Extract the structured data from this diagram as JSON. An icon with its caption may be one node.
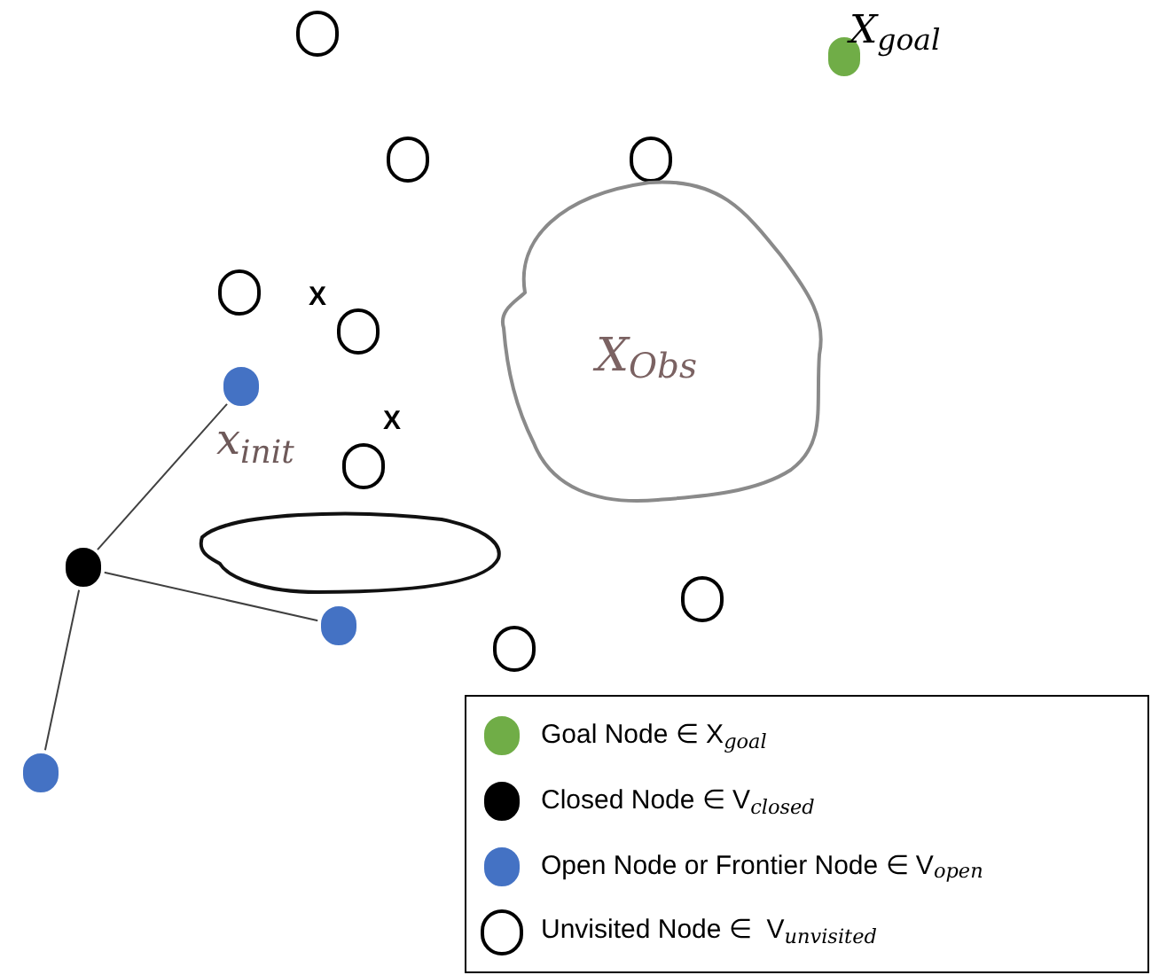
{
  "diagram": {
    "nodes": [
      {
        "text": [],
        "shape": "circle"
      },
      {
        "text": [],
        "shape": "circle",
        "beside": [
          "X$_{goal}$"
        ]
      },
      {
        "text": [],
        "shape": "circle"
      },
      {
        "text": [],
        "shape": "circle"
      },
      {
        "text": [
          "X$_{Obs}$"
        ]
      },
      {
        "text": [],
        "shape": "circle"
      },
      {
        "text": [],
        "shape": "circle"
      },
      {
        "text": [],
        "shape": "circle"
      },
      {
        "text": [],
        "shape": "circle"
      },
      {
        "text": [],
        "shape": "cloud"
      },
      {
        "text": [],
        "shape": "circle"
      },
      {
        "text": [],
        "shape": "circle"
      },
      {
        "text": [],
        "shape": "circle"
      },
      {
        "text": [],
        "shape": "circle"
      },
      {
        "text": [],
        "shape": "circle"
      }
    ],
    "edges": [
      {
        "from": 10,
        "to": 7,
        "arrow": "none"
      },
      {
        "from": 10,
        "to": 12,
        "arrow": "none"
      },
      {
        "from": 10,
        "to": 14,
        "arrow": "none"
      }
    ],
    "labels": [
      "X",
      "X",
      "x$_{init}$"
    ],
    "legend": [
      {
        "text": "Goal Node ∈ X$_{goal}$",
        "color": "#70ad47"
      },
      {
        "text": "Closed Node ∈ V$_{closed}$",
        "color": "#000000"
      },
      {
        "text": "Open Node or Frontier Node ∈ V$_{open}$",
        "color": "#4472c4"
      },
      {
        "text": "Unvisited Node ∈  V$_{unvisited}$",
        "color": "#ffffff"
      }
    ]
  }
}
